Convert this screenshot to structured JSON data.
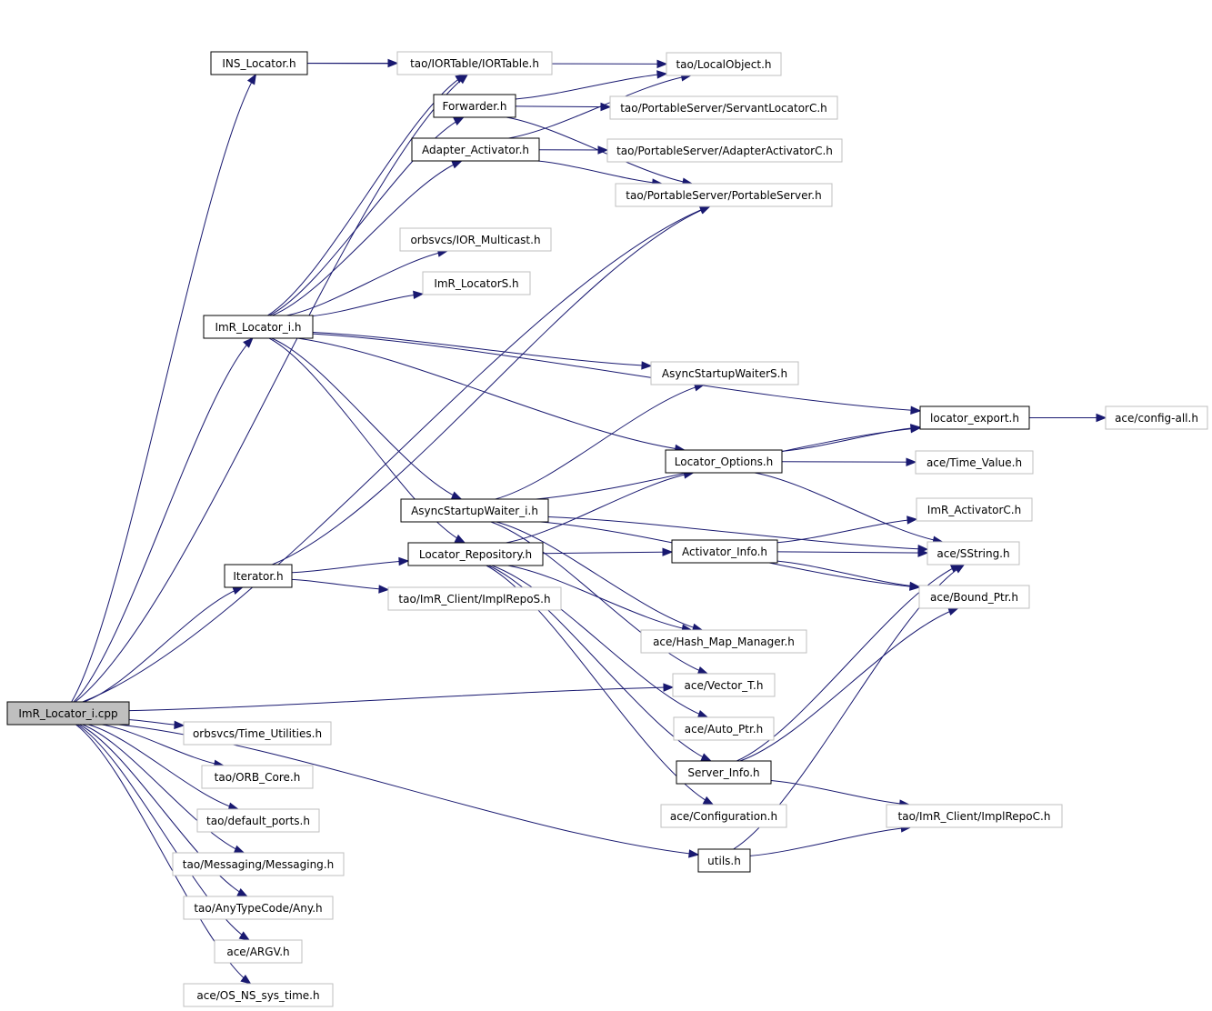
{
  "graph": {
    "colors": {
      "edge": "#191970",
      "root_fill": "#bfbfbf",
      "internal_border": "#000000",
      "external_border": "#bfbfbf",
      "background": "#ffffff"
    },
    "nodes": {
      "root": {
        "label": "ImR_Locator_i.cpp",
        "kind": "root"
      },
      "ins_locator": {
        "label": "INS_Locator.h",
        "kind": "internal"
      },
      "iortable": {
        "label": "tao/IORTable/IORTable.h",
        "kind": "external"
      },
      "localobject": {
        "label": "tao/LocalObject.h",
        "kind": "external"
      },
      "forwarder": {
        "label": "Forwarder.h",
        "kind": "internal"
      },
      "servantlocator": {
        "label": "tao/PortableServer/ServantLocatorC.h",
        "kind": "external"
      },
      "adapter_activator": {
        "label": "Adapter_Activator.h",
        "kind": "internal"
      },
      "adapteractivatorc": {
        "label": "tao/PortableServer/AdapterActivatorC.h",
        "kind": "external"
      },
      "portableserver": {
        "label": "tao/PortableServer/PortableServer.h",
        "kind": "external"
      },
      "ior_multicast": {
        "label": "orbsvcs/IOR_Multicast.h",
        "kind": "external"
      },
      "imr_locators": {
        "label": "ImR_LocatorS.h",
        "kind": "external"
      },
      "imr_locator_i_h": {
        "label": "ImR_Locator_i.h",
        "kind": "internal"
      },
      "asyncstartupwaiters": {
        "label": "AsyncStartupWaiterS.h",
        "kind": "external"
      },
      "locator_export": {
        "label": "locator_export.h",
        "kind": "internal"
      },
      "config_all": {
        "label": "ace/config-all.h",
        "kind": "external"
      },
      "locator_options": {
        "label": "Locator_Options.h",
        "kind": "internal"
      },
      "time_value": {
        "label": "ace/Time_Value.h",
        "kind": "external"
      },
      "asyncstartupwaiter_i": {
        "label": "AsyncStartupWaiter_i.h",
        "kind": "internal"
      },
      "imr_activatorc": {
        "label": "ImR_ActivatorC.h",
        "kind": "external"
      },
      "locator_repository": {
        "label": "Locator_Repository.h",
        "kind": "internal"
      },
      "activator_info": {
        "label": "Activator_Info.h",
        "kind": "internal"
      },
      "sstring": {
        "label": "ace/SString.h",
        "kind": "external"
      },
      "iterator": {
        "label": "Iterator.h",
        "kind": "internal"
      },
      "implreposs": {
        "label": "tao/ImR_Client/ImplRepoS.h",
        "kind": "external"
      },
      "bound_ptr": {
        "label": "ace/Bound_Ptr.h",
        "kind": "external"
      },
      "hash_map_manager": {
        "label": "ace/Hash_Map_Manager.h",
        "kind": "external"
      },
      "vector_t": {
        "label": "ace/Vector_T.h",
        "kind": "external"
      },
      "time_utilities": {
        "label": "orbsvcs/Time_Utilities.h",
        "kind": "external"
      },
      "auto_ptr": {
        "label": "ace/Auto_Ptr.h",
        "kind": "external"
      },
      "orb_core": {
        "label": "tao/ORB_Core.h",
        "kind": "external"
      },
      "server_info": {
        "label": "Server_Info.h",
        "kind": "internal"
      },
      "default_ports": {
        "label": "tao/default_ports.h",
        "kind": "external"
      },
      "configuration": {
        "label": "ace/Configuration.h",
        "kind": "external"
      },
      "implrepoc": {
        "label": "tao/ImR_Client/ImplRepoC.h",
        "kind": "external"
      },
      "messaging": {
        "label": "tao/Messaging/Messaging.h",
        "kind": "external"
      },
      "utils": {
        "label": "utils.h",
        "kind": "internal"
      },
      "any": {
        "label": "tao/AnyTypeCode/Any.h",
        "kind": "external"
      },
      "argv": {
        "label": "ace/ARGV.h",
        "kind": "external"
      },
      "os_ns_sys_time": {
        "label": "ace/OS_NS_sys_time.h",
        "kind": "external"
      }
    },
    "edges": [
      [
        "root",
        "ins_locator"
      ],
      [
        "root",
        "iortable"
      ],
      [
        "root",
        "portableserver"
      ],
      [
        "root",
        "imr_locator_i_h"
      ],
      [
        "root",
        "iterator"
      ],
      [
        "root",
        "vector_t"
      ],
      [
        "root",
        "time_utilities"
      ],
      [
        "root",
        "orb_core"
      ],
      [
        "root",
        "default_ports"
      ],
      [
        "root",
        "messaging"
      ],
      [
        "root",
        "any"
      ],
      [
        "root",
        "argv"
      ],
      [
        "root",
        "os_ns_sys_time"
      ],
      [
        "root",
        "utils"
      ],
      [
        "ins_locator",
        "iortable"
      ],
      [
        "ins_locator",
        "localobject"
      ],
      [
        "forwarder",
        "localobject"
      ],
      [
        "forwarder",
        "servantlocator"
      ],
      [
        "forwarder",
        "portableserver"
      ],
      [
        "adapter_activator",
        "localobject"
      ],
      [
        "adapter_activator",
        "adapteractivatorc"
      ],
      [
        "adapter_activator",
        "portableserver"
      ],
      [
        "imr_locator_i_h",
        "iortable"
      ],
      [
        "imr_locator_i_h",
        "forwarder"
      ],
      [
        "imr_locator_i_h",
        "adapter_activator"
      ],
      [
        "imr_locator_i_h",
        "ior_multicast"
      ],
      [
        "imr_locator_i_h",
        "imr_locators"
      ],
      [
        "imr_locator_i_h",
        "asyncstartupwaiters"
      ],
      [
        "imr_locator_i_h",
        "locator_export"
      ],
      [
        "imr_locator_i_h",
        "locator_options"
      ],
      [
        "imr_locator_i_h",
        "asyncstartupwaiter_i"
      ],
      [
        "imr_locator_i_h",
        "locator_repository"
      ],
      [
        "locator_export",
        "config_all"
      ],
      [
        "locator_options",
        "locator_export"
      ],
      [
        "locator_options",
        "time_value"
      ],
      [
        "locator_options",
        "sstring"
      ],
      [
        "asyncstartupwaiter_i",
        "asyncstartupwaiters"
      ],
      [
        "asyncstartupwaiter_i",
        "locator_export"
      ],
      [
        "asyncstartupwaiter_i",
        "sstring"
      ],
      [
        "asyncstartupwaiter_i",
        "bound_ptr"
      ],
      [
        "asyncstartupwaiter_i",
        "hash_map_manager"
      ],
      [
        "asyncstartupwaiter_i",
        "vector_t"
      ],
      [
        "locator_repository",
        "locator_options"
      ],
      [
        "locator_repository",
        "activator_info"
      ],
      [
        "locator_repository",
        "hash_map_manager"
      ],
      [
        "locator_repository",
        "auto_ptr"
      ],
      [
        "locator_repository",
        "server_info"
      ],
      [
        "locator_repository",
        "configuration"
      ],
      [
        "activator_info",
        "imr_activatorc"
      ],
      [
        "activator_info",
        "sstring"
      ],
      [
        "activator_info",
        "bound_ptr"
      ],
      [
        "iterator",
        "portableserver"
      ],
      [
        "iterator",
        "locator_repository"
      ],
      [
        "iterator",
        "implreposs"
      ],
      [
        "server_info",
        "sstring"
      ],
      [
        "server_info",
        "bound_ptr"
      ],
      [
        "server_info",
        "implrepoc"
      ],
      [
        "utils",
        "implrepoc"
      ],
      [
        "utils",
        "sstring"
      ]
    ]
  }
}
